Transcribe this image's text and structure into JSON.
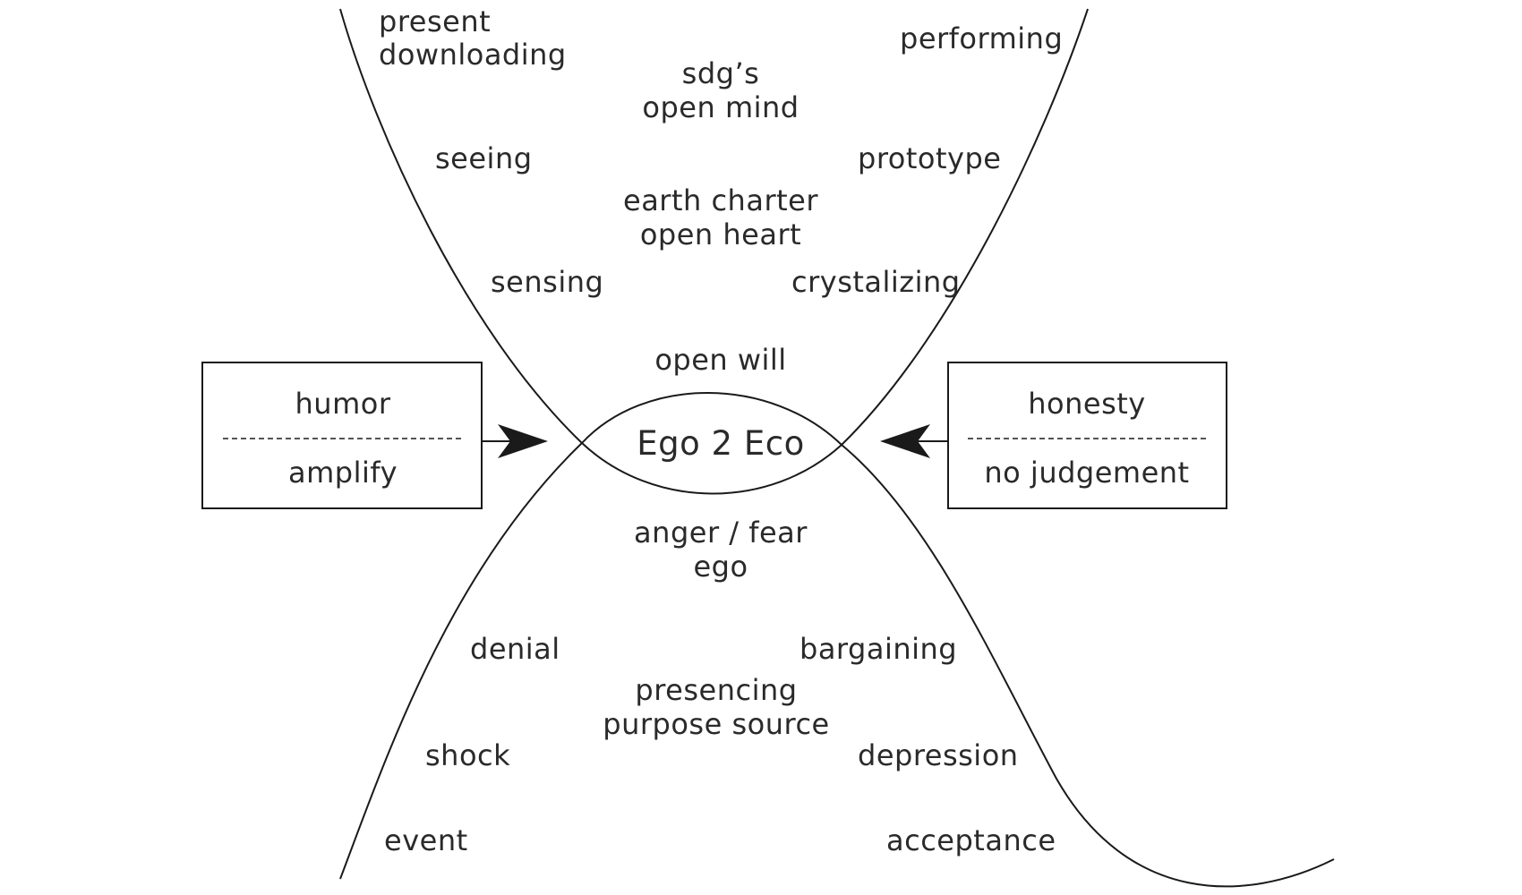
{
  "labels": {
    "present": "present",
    "downloading": "downloading",
    "performing": "performing",
    "sdgs": "sdg’s",
    "open_mind": "open mind",
    "seeing": "seeing",
    "prototype": "prototype",
    "earth_charter": "earth charter",
    "open_heart": "open heart",
    "sensing": "sensing",
    "crystalizing": "crystalizing",
    "open_will": "open will",
    "center": "Ego 2 Eco",
    "anger_fear": "anger / fear",
    "ego": "ego",
    "denial": "denial",
    "bargaining": "bargaining",
    "presencing": "presencing",
    "purpose_source": "purpose source",
    "shock": "shock",
    "depression": "depression",
    "event": "event",
    "acceptance": "acceptance"
  },
  "left_box": {
    "top": "humor",
    "bottom": "amplify"
  },
  "right_box": {
    "top": "honesty",
    "bottom": "no judgement"
  }
}
